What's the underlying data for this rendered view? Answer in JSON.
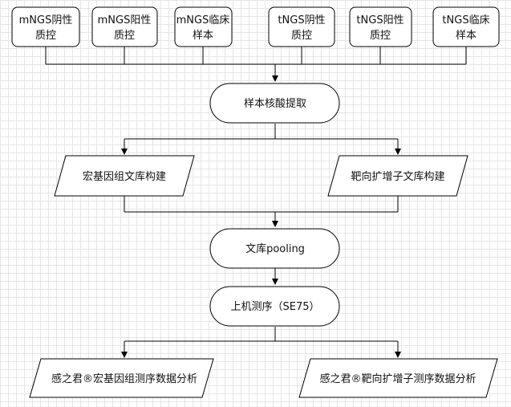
{
  "diagram": {
    "top_boxes": [
      {
        "line1": "mNGS阴性",
        "line2": "质控"
      },
      {
        "line1": "mNGS阳性",
        "line2": "质控"
      },
      {
        "line1": "mNGS临床",
        "line2": "样本"
      },
      {
        "line1": "tNGS阴性",
        "line2": "质控"
      },
      {
        "line1": "tNGS阳性",
        "line2": "质控"
      },
      {
        "line1": "tNGS临床",
        "line2": "样本"
      }
    ],
    "extraction": "样本核酸提取",
    "libraries": {
      "left": "宏基因组文库构建",
      "right": "靶向扩增子文库构建"
    },
    "pooling": "文库pooling",
    "sequencing": "上机测序（SE75）",
    "analysis": {
      "left": "感之君®宏基因组测序数据分析",
      "right": "感之君®靶向扩增子测序数据分析"
    },
    "colors": {
      "stroke": "#000000",
      "fill": "#ffffff",
      "text": "#111111"
    }
  }
}
